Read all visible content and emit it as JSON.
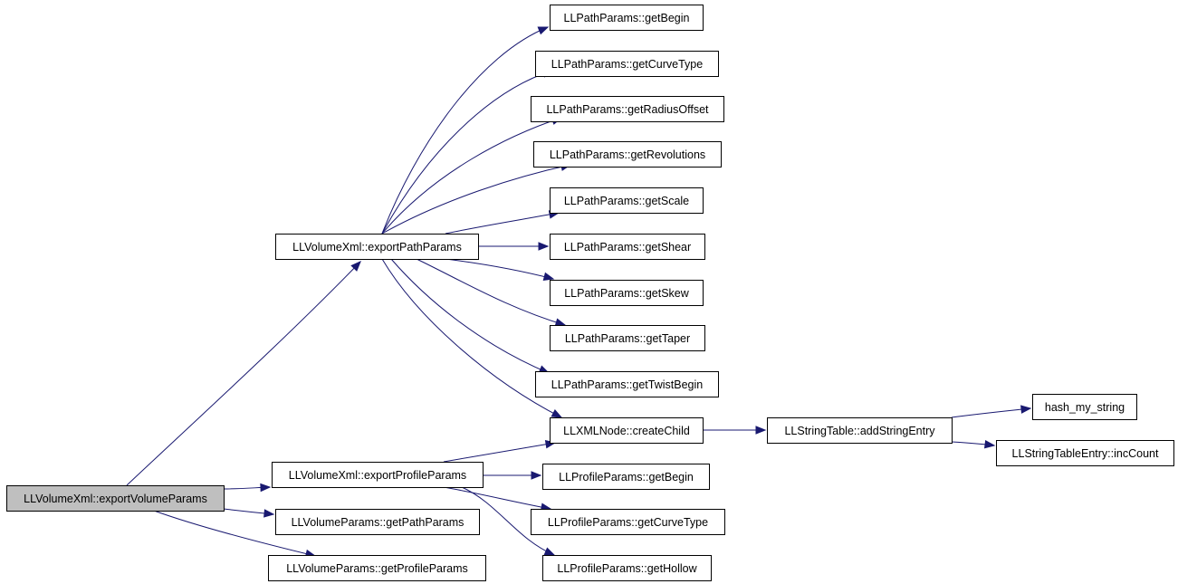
{
  "graph": {
    "colors": {
      "edge": "#191970",
      "node_border": "#000000",
      "node_fill": "#ffffff",
      "root_fill": "#bfbfbf"
    },
    "nodes": [
      {
        "id": "root",
        "label": "LLVolumeXml::exportVolumeParams",
        "root": true
      },
      {
        "id": "exportPathParams",
        "label": "LLVolumeXml::exportPathParams"
      },
      {
        "id": "exportProfileParams",
        "label": "LLVolumeXml::exportProfileParams"
      },
      {
        "id": "getPathParams",
        "label": "LLVolumeParams::getPathParams"
      },
      {
        "id": "getProfileParams",
        "label": "LLVolumeParams::getProfileParams"
      },
      {
        "id": "path_getBegin",
        "label": "LLPathParams::getBegin"
      },
      {
        "id": "path_getCurveType",
        "label": "LLPathParams::getCurveType"
      },
      {
        "id": "path_getRadiusOffset",
        "label": "LLPathParams::getRadiusOffset"
      },
      {
        "id": "path_getRevolutions",
        "label": "LLPathParams::getRevolutions"
      },
      {
        "id": "path_getScale",
        "label": "LLPathParams::getScale"
      },
      {
        "id": "path_getShear",
        "label": "LLPathParams::getShear"
      },
      {
        "id": "path_getSkew",
        "label": "LLPathParams::getSkew"
      },
      {
        "id": "path_getTaper",
        "label": "LLPathParams::getTaper"
      },
      {
        "id": "path_getTwistBegin",
        "label": "LLPathParams::getTwistBegin"
      },
      {
        "id": "createChild",
        "label": "LLXMLNode::createChild"
      },
      {
        "id": "addStringEntry",
        "label": "LLStringTable::addStringEntry"
      },
      {
        "id": "hash_my_string",
        "label": "hash_my_string"
      },
      {
        "id": "incCount",
        "label": "LLStringTableEntry::incCount"
      },
      {
        "id": "prof_getBegin",
        "label": "LLProfileParams::getBegin"
      },
      {
        "id": "prof_getCurveType",
        "label": "LLProfileParams::getCurveType"
      },
      {
        "id": "prof_getHollow",
        "label": "LLProfileParams::getHollow"
      }
    ],
    "edges": [
      {
        "from": "root",
        "to": "exportPathParams"
      },
      {
        "from": "root",
        "to": "exportProfileParams"
      },
      {
        "from": "root",
        "to": "getPathParams"
      },
      {
        "from": "root",
        "to": "getProfileParams"
      },
      {
        "from": "exportPathParams",
        "to": "path_getBegin"
      },
      {
        "from": "exportPathParams",
        "to": "path_getCurveType"
      },
      {
        "from": "exportPathParams",
        "to": "path_getRadiusOffset"
      },
      {
        "from": "exportPathParams",
        "to": "path_getRevolutions"
      },
      {
        "from": "exportPathParams",
        "to": "path_getScale"
      },
      {
        "from": "exportPathParams",
        "to": "path_getShear"
      },
      {
        "from": "exportPathParams",
        "to": "path_getSkew"
      },
      {
        "from": "exportPathParams",
        "to": "path_getTaper"
      },
      {
        "from": "exportPathParams",
        "to": "path_getTwistBegin"
      },
      {
        "from": "exportPathParams",
        "to": "createChild"
      },
      {
        "from": "exportProfileParams",
        "to": "createChild"
      },
      {
        "from": "exportProfileParams",
        "to": "prof_getBegin"
      },
      {
        "from": "exportProfileParams",
        "to": "prof_getCurveType"
      },
      {
        "from": "exportProfileParams",
        "to": "prof_getHollow"
      },
      {
        "from": "createChild",
        "to": "addStringEntry"
      },
      {
        "from": "addStringEntry",
        "to": "hash_my_string"
      },
      {
        "from": "addStringEntry",
        "to": "incCount"
      }
    ]
  }
}
